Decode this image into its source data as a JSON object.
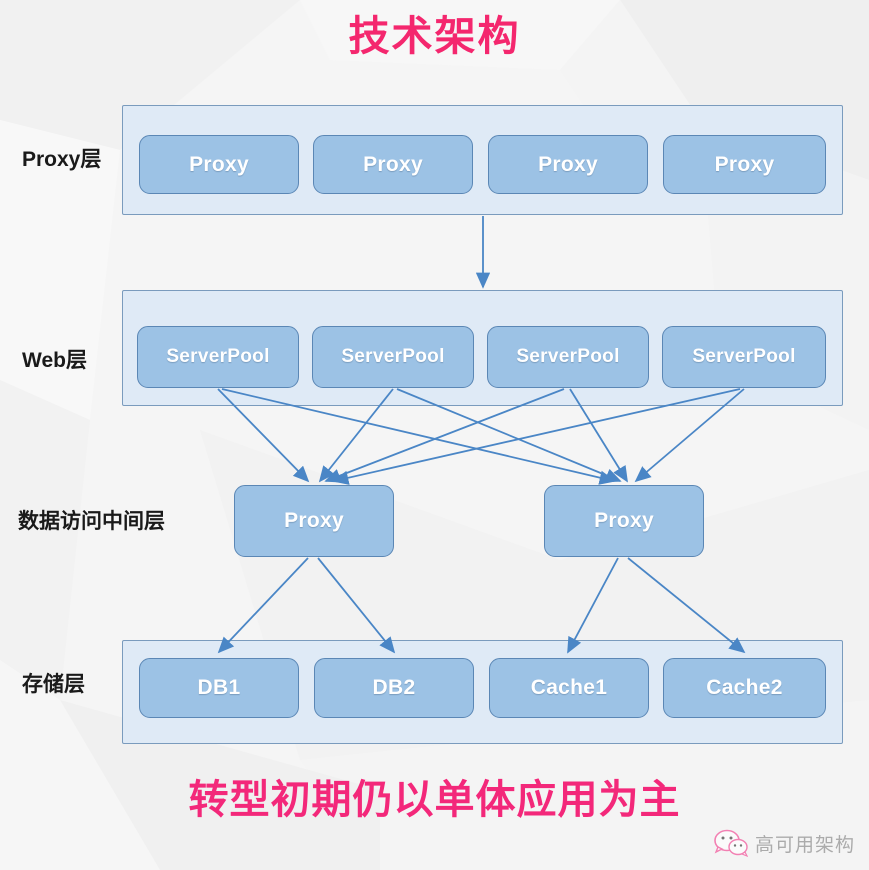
{
  "title": "技术架构",
  "footer_caption": "转型初期仍以单体应用为主",
  "colors": {
    "title_pink": "#f4276e",
    "caption_pink": "#f3287a",
    "node_fill": "#9cc2e5",
    "node_border": "#5b87b5",
    "panel_fill": "#dfeaf6",
    "panel_border": "#7a9bbd",
    "arrow": "#4a86c6",
    "background": "#f5f5f5",
    "label_text": "#1a1a1a"
  },
  "layers": [
    {
      "label": "Proxy层",
      "nodes": [
        {
          "label": "Proxy"
        },
        {
          "label": "Proxy"
        },
        {
          "label": "Proxy"
        },
        {
          "label": "Proxy"
        }
      ]
    },
    {
      "label": "Web层",
      "nodes": [
        {
          "label": "ServerPool"
        },
        {
          "label": "ServerPool"
        },
        {
          "label": "ServerPool"
        },
        {
          "label": "ServerPool"
        }
      ]
    },
    {
      "label": "数据访问中间层",
      "nodes": [
        {
          "label": "Proxy"
        },
        {
          "label": "Proxy"
        }
      ]
    },
    {
      "label": "存储层",
      "nodes": [
        {
          "label": "DB1"
        },
        {
          "label": "DB2"
        },
        {
          "label": "Cache1"
        },
        {
          "label": "Cache2"
        }
      ]
    }
  ],
  "watermark": {
    "text": "高可用架构",
    "icon": "wechat-logo-icon"
  }
}
